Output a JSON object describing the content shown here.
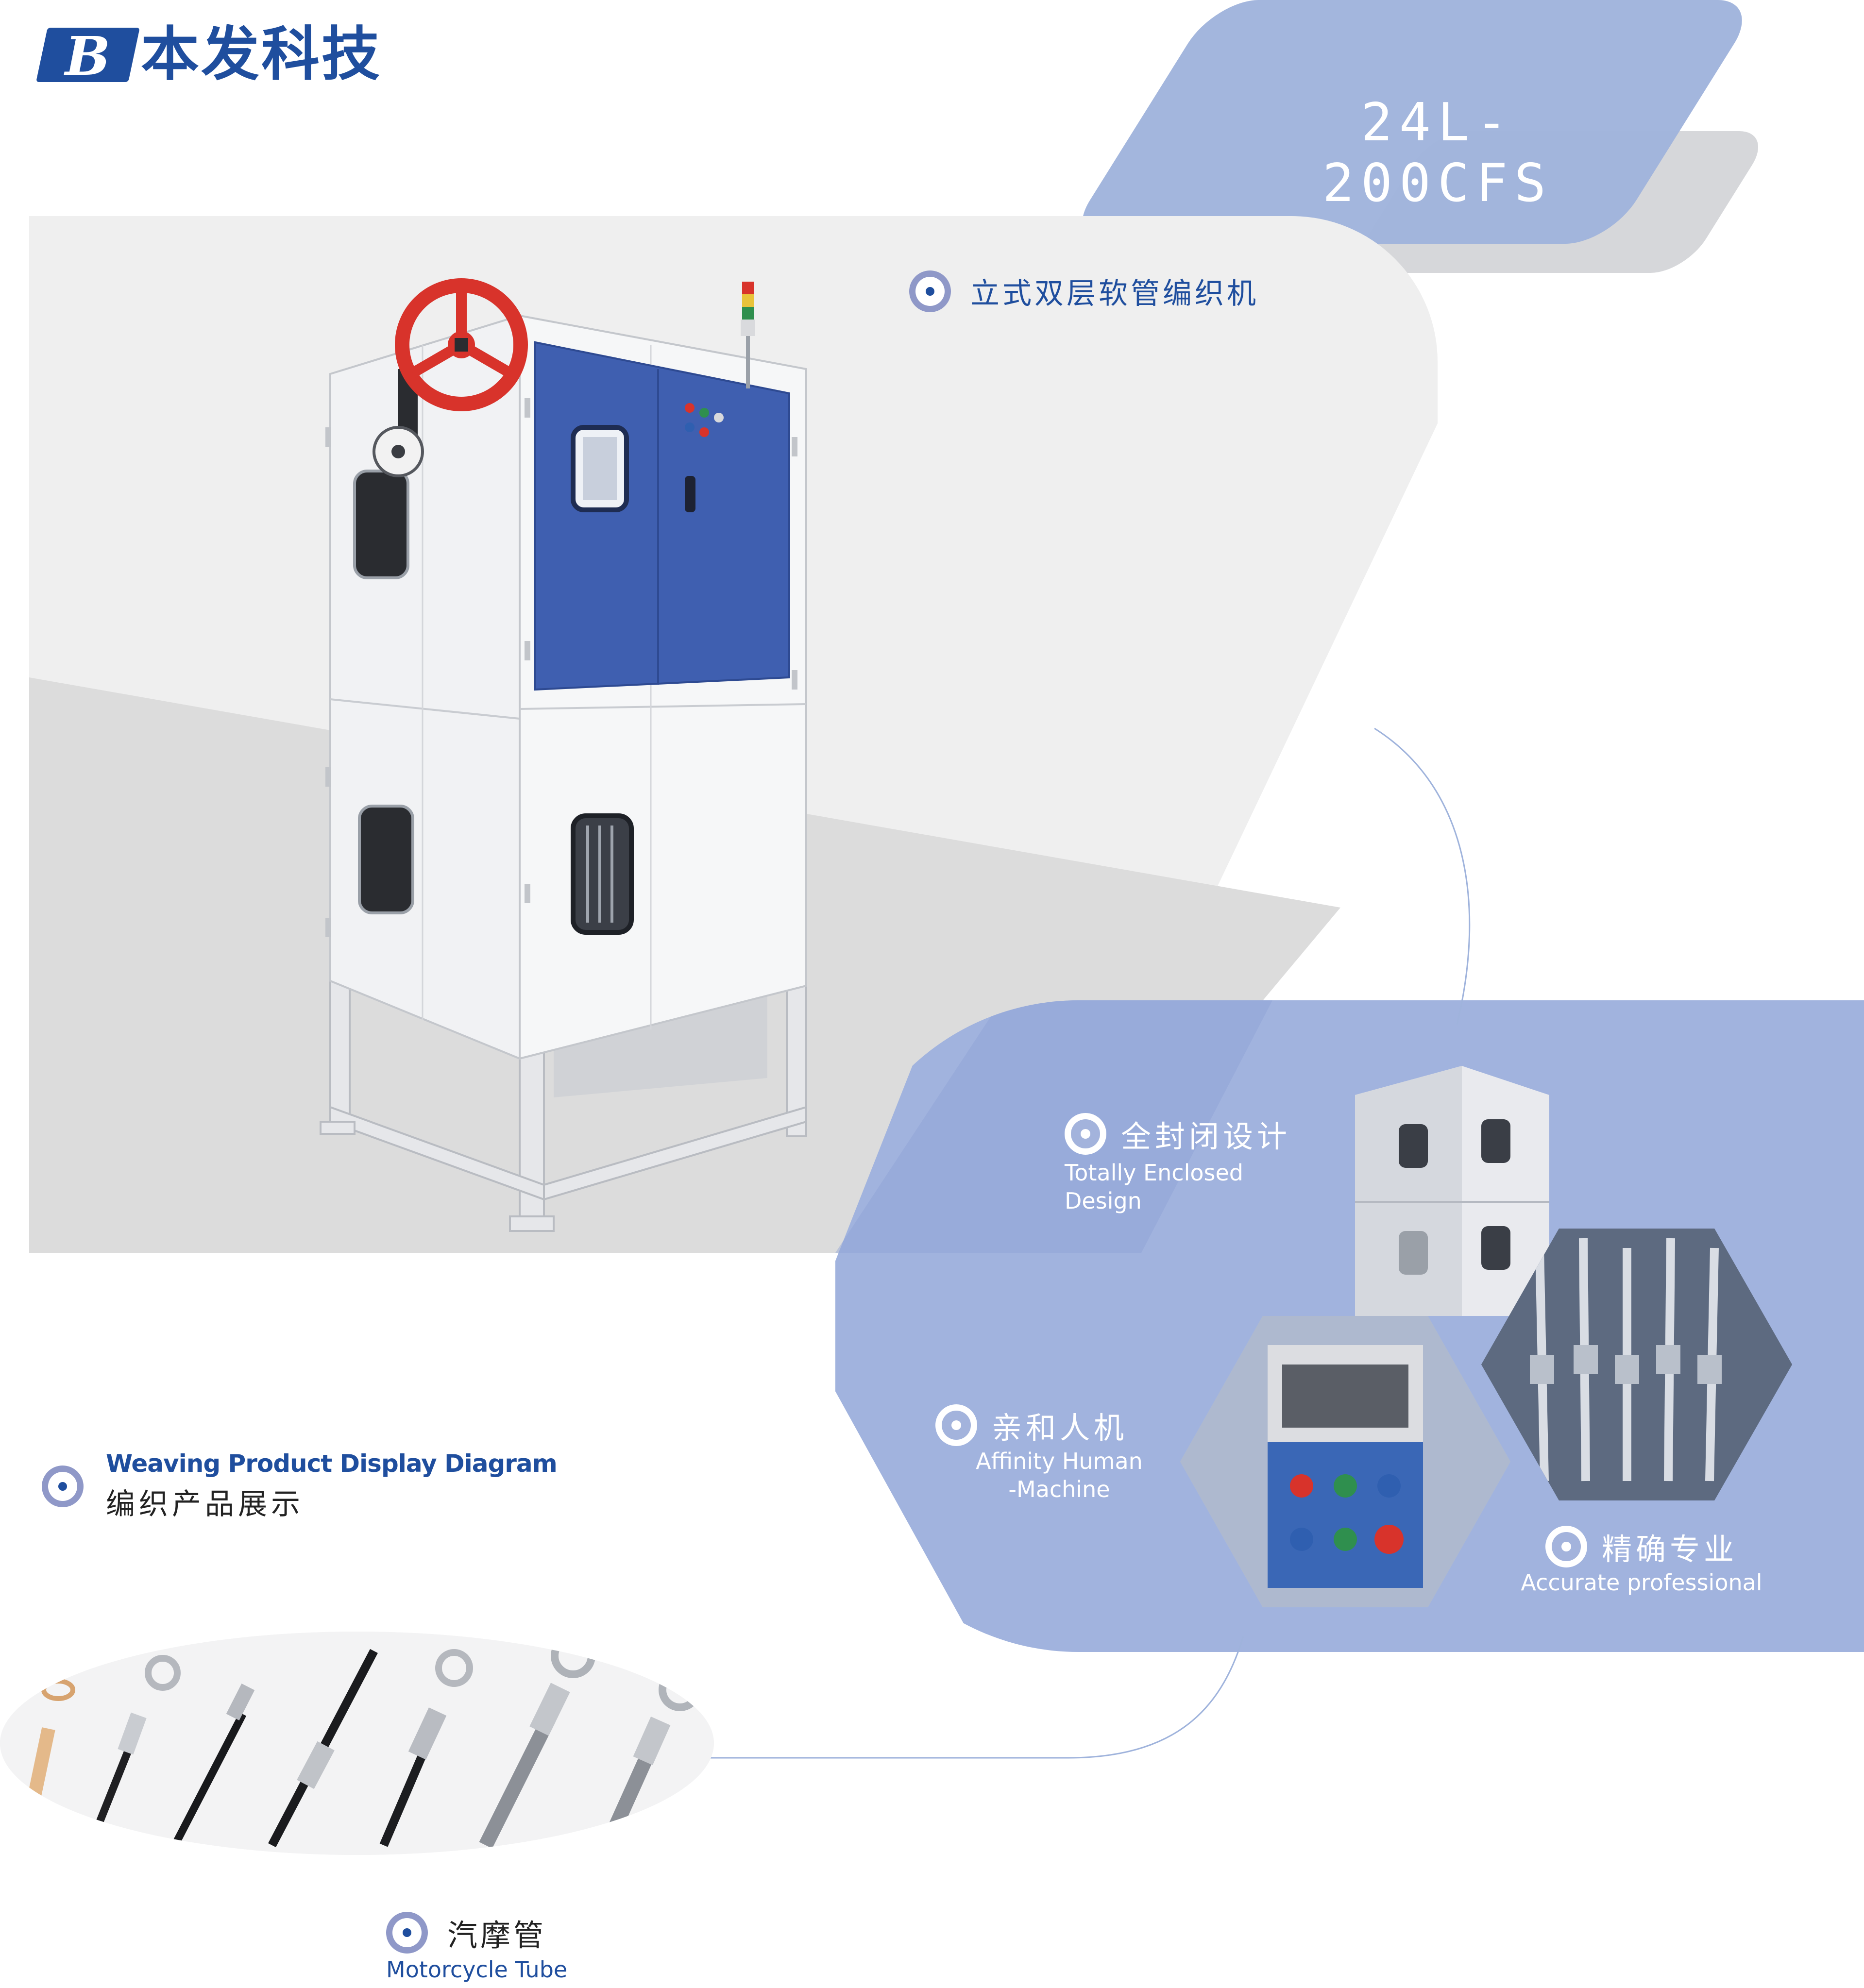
{
  "brand": {
    "mark": "B",
    "name": "本发科技"
  },
  "model": {
    "code": "24L-200CFS"
  },
  "product": {
    "title_cn": "立式双层软管编织机"
  },
  "features": [
    {
      "cn": "全封闭设计",
      "en": "Totally Enclosed Design",
      "icon": "target-bullet-icon"
    },
    {
      "cn": "亲和人机",
      "en_line1": "Affinity Human",
      "en_line2": "-Machine",
      "icon": "target-bullet-icon"
    },
    {
      "cn": "精确专业",
      "en": "Accurate professional",
      "icon": "target-bullet-icon"
    }
  ],
  "weaving": {
    "title_en": "Weaving Product Display Diagram",
    "title_cn": "编织产品展示"
  },
  "application": {
    "cn": "汽摩管",
    "en": "Motorcycle Tube"
  },
  "colors": {
    "brand_blue": "#1f4e9e",
    "banner_blue": "#9fb3dc",
    "panel_blue": "#a1b3de",
    "panel_gray": "#efefef",
    "machine_door_blue": "#3f5fb0",
    "handwheel_red": "#d8332b"
  }
}
